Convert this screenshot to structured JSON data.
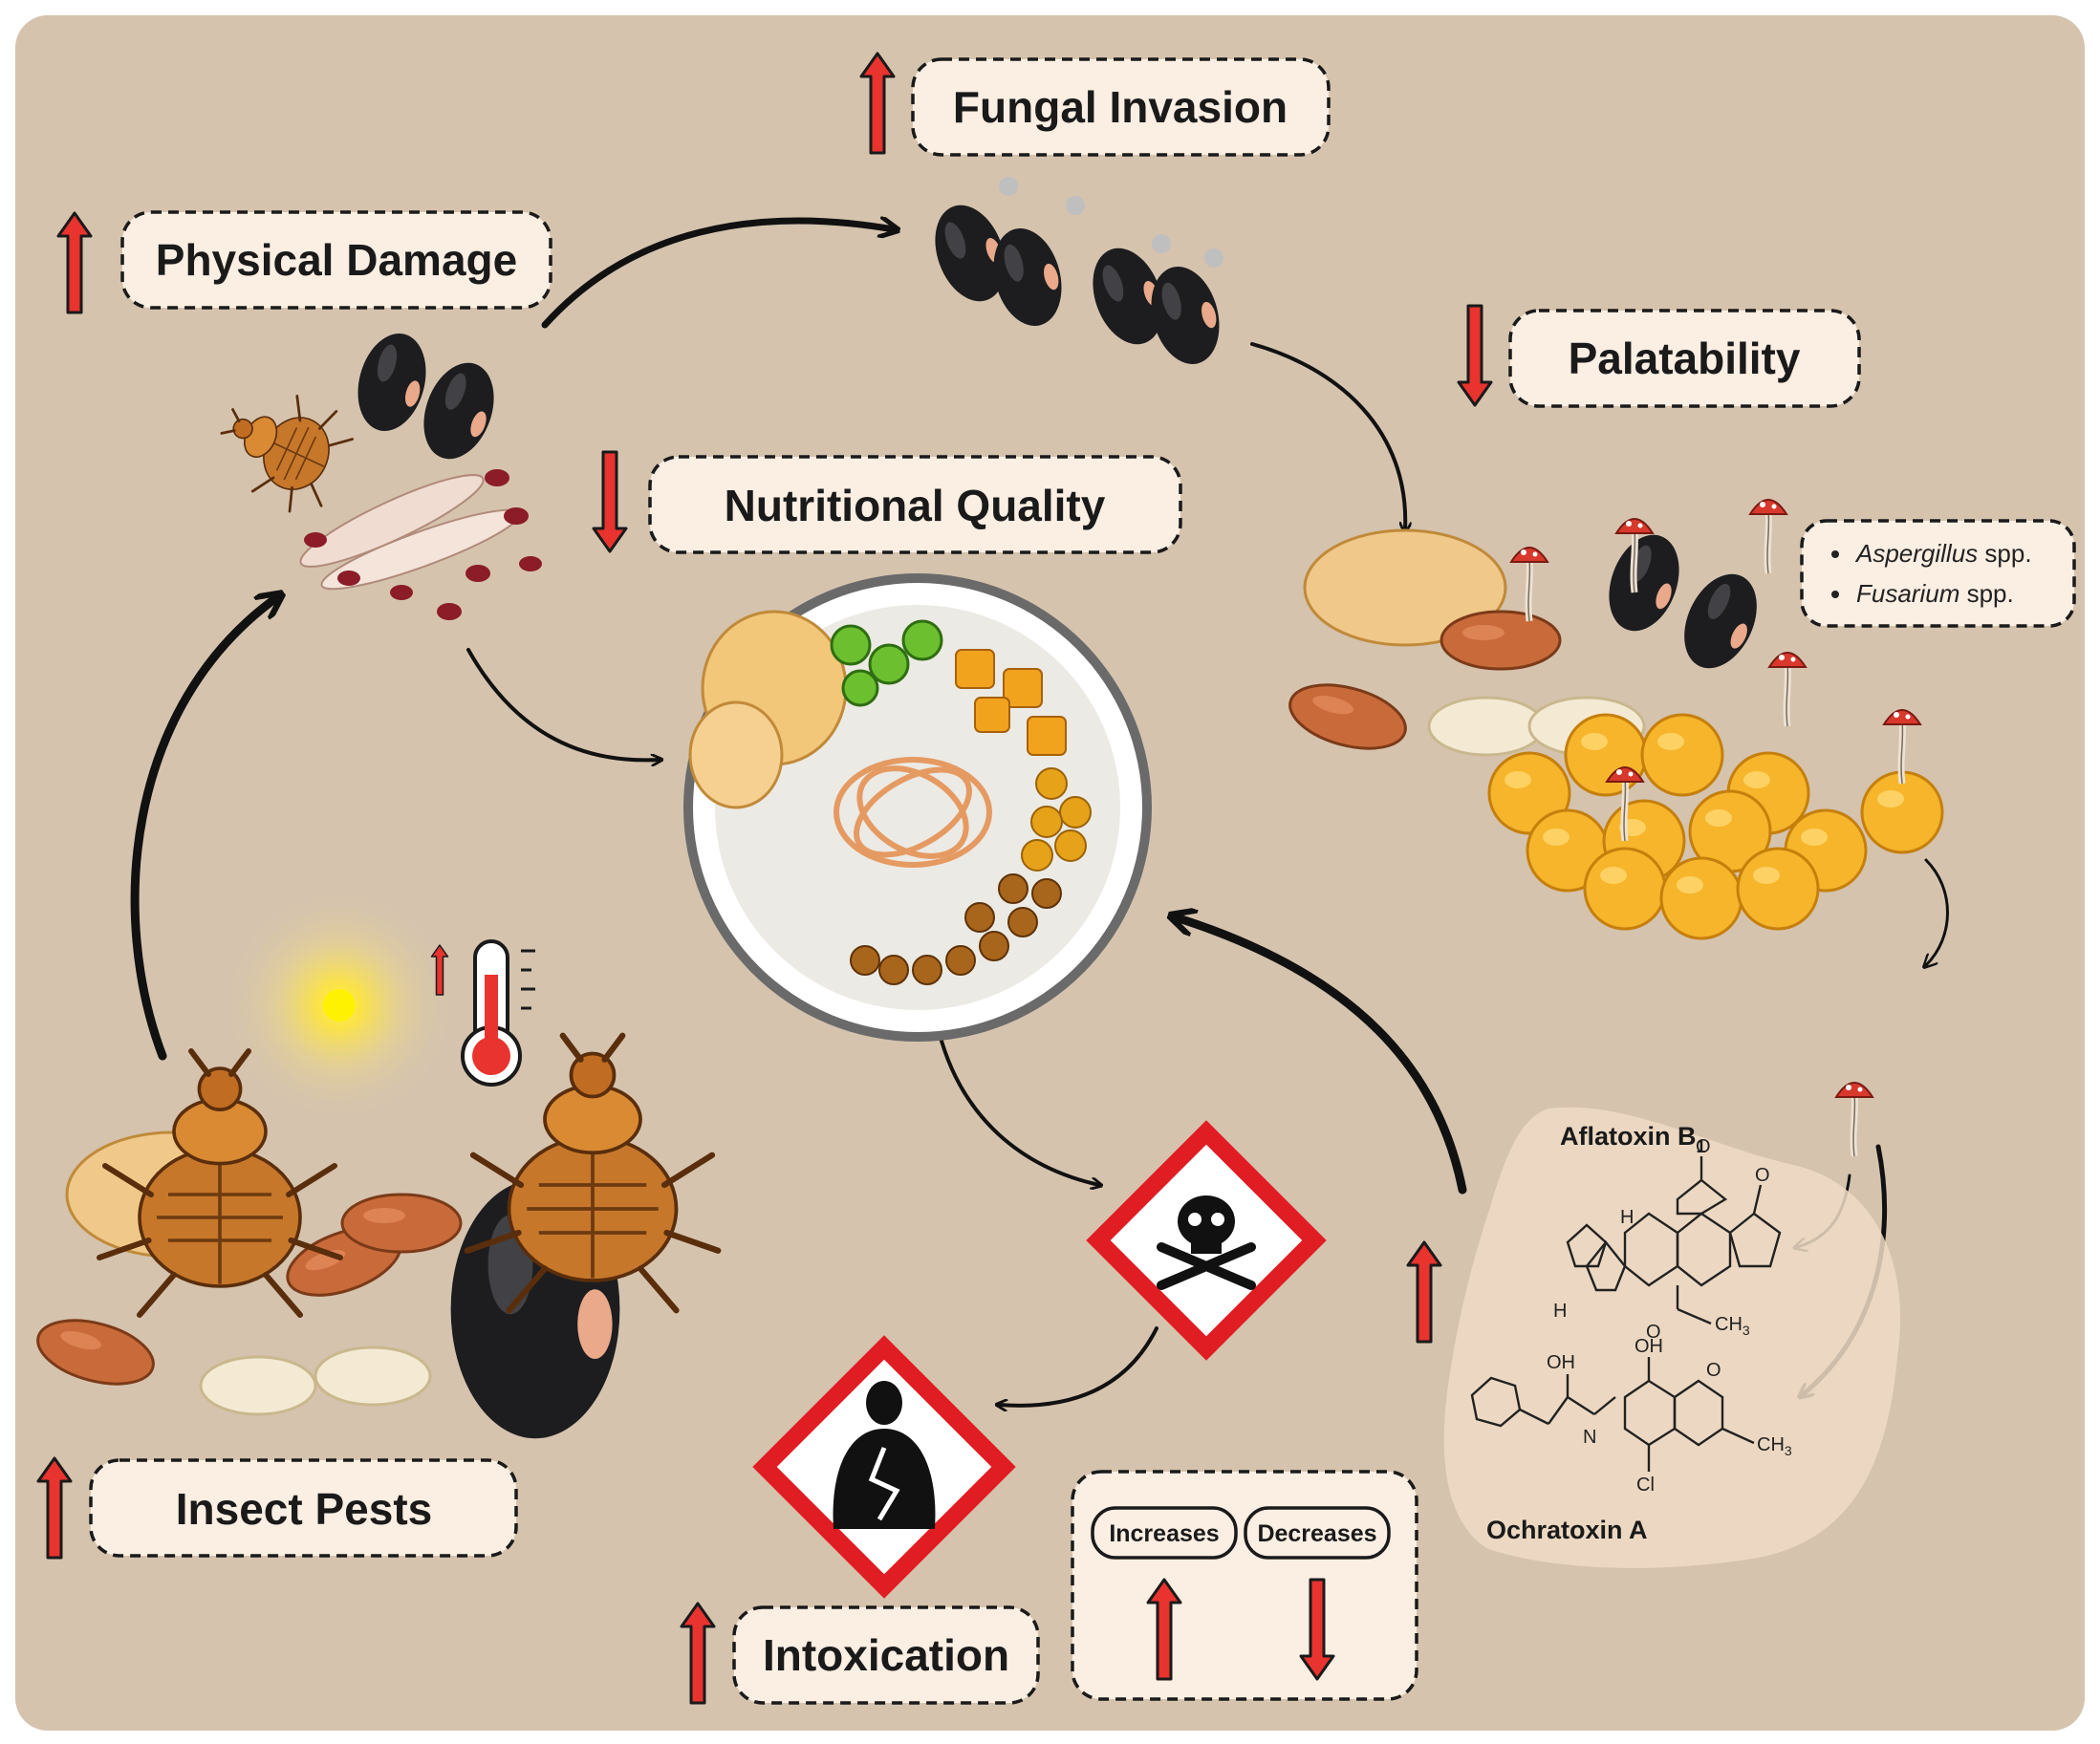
{
  "labels": {
    "fungal_invasion": "Fungal Invasion",
    "physical_damage": "Physical Damage",
    "palatability": "Palatability",
    "nutritional_quality": "Nutritional Quality",
    "insect_pests": "Insect Pests",
    "intoxication": "Intoxication"
  },
  "fungi_list": [
    "Aspergillus",
    "Fusarium"
  ],
  "fungi_suffix": " spp.",
  "toxins": {
    "aflatoxin_name": "Aflatoxin B",
    "aflatoxin_subscript": "1",
    "ochratoxin_name": "Ochratoxin A"
  },
  "chem_atoms": {
    "o": "O",
    "h": "H",
    "ch3": "CH",
    "sub3": "3",
    "oh": "OH",
    "nh": "N",
    "cl": "Cl"
  },
  "legend": {
    "increases": "Increases",
    "decreases": "Decreases"
  },
  "icon_names": [
    "up-arrow-icon",
    "down-arrow-icon",
    "thermometer-icon",
    "sun-icon",
    "skull-hazard-icon",
    "health-hazard-icon",
    "beetle-icon",
    "mushroom-icon"
  ],
  "colors": {
    "background": "#d5c3ae",
    "label_box": "#fbeee3",
    "arrow_red": "#e8332e",
    "hazard_red": "#e11d24"
  }
}
